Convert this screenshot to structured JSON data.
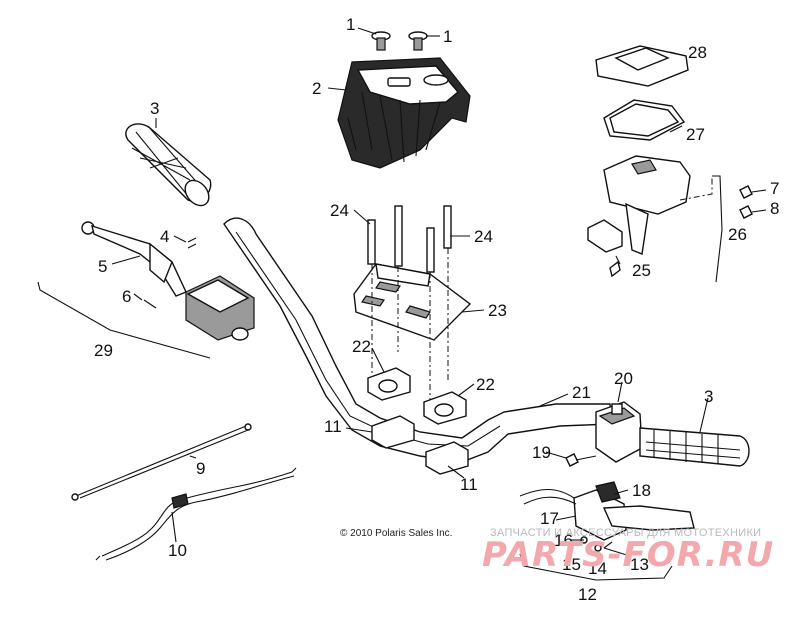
{
  "copyright": "© 2010 Polaris Sales Inc.",
  "watermark": {
    "tagline": "ЗАПЧАСТИ И АКСЕССУАРЫ ДЛЯ МОТОТЕХНИКИ",
    "brand": "PARTS-FOR.RU"
  },
  "callouts": [
    {
      "id": "c1a",
      "text": "1"
    },
    {
      "id": "c1b",
      "text": "1"
    },
    {
      "id": "c2",
      "text": "2"
    },
    {
      "id": "c3a",
      "text": "3"
    },
    {
      "id": "c3b",
      "text": "3"
    },
    {
      "id": "c4",
      "text": "4"
    },
    {
      "id": "c5",
      "text": "5"
    },
    {
      "id": "c6",
      "text": "6"
    },
    {
      "id": "c7",
      "text": "7"
    },
    {
      "id": "c8",
      "text": "8"
    },
    {
      "id": "c9",
      "text": "9"
    },
    {
      "id": "c10",
      "text": "10"
    },
    {
      "id": "c11a",
      "text": "11"
    },
    {
      "id": "c11b",
      "text": "11"
    },
    {
      "id": "c12",
      "text": "12"
    },
    {
      "id": "c13",
      "text": "13"
    },
    {
      "id": "c14",
      "text": "14"
    },
    {
      "id": "c15",
      "text": "15"
    },
    {
      "id": "c16",
      "text": "16"
    },
    {
      "id": "c17",
      "text": "17"
    },
    {
      "id": "c18",
      "text": "18"
    },
    {
      "id": "c19",
      "text": "19"
    },
    {
      "id": "c20",
      "text": "20"
    },
    {
      "id": "c21",
      "text": "21"
    },
    {
      "id": "c22a",
      "text": "22"
    },
    {
      "id": "c22b",
      "text": "22"
    },
    {
      "id": "c23",
      "text": "23"
    },
    {
      "id": "c24a",
      "text": "24"
    },
    {
      "id": "c24b",
      "text": "24"
    },
    {
      "id": "c25",
      "text": "25"
    },
    {
      "id": "c26",
      "text": "26"
    },
    {
      "id": "c27",
      "text": "27"
    },
    {
      "id": "c28",
      "text": "28"
    },
    {
      "id": "c29",
      "text": "29"
    }
  ]
}
